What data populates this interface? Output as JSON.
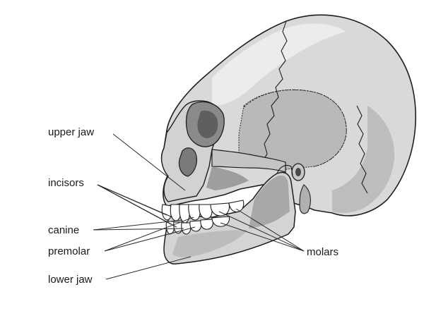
{
  "labels": {
    "upper_jaw": "upper jaw",
    "incisors": "incisors",
    "canine": "canine",
    "premolar": "premolar",
    "lower_jaw": "lower jaw",
    "molars": "molars"
  },
  "colors": {
    "outline": "#1e1e1e",
    "cranium": "#d9d9d9",
    "shadow": "#a9a9a9",
    "dark_shadow": "#7a7a7a",
    "teeth": "#ffffff",
    "leader": "#2a2a2a"
  }
}
